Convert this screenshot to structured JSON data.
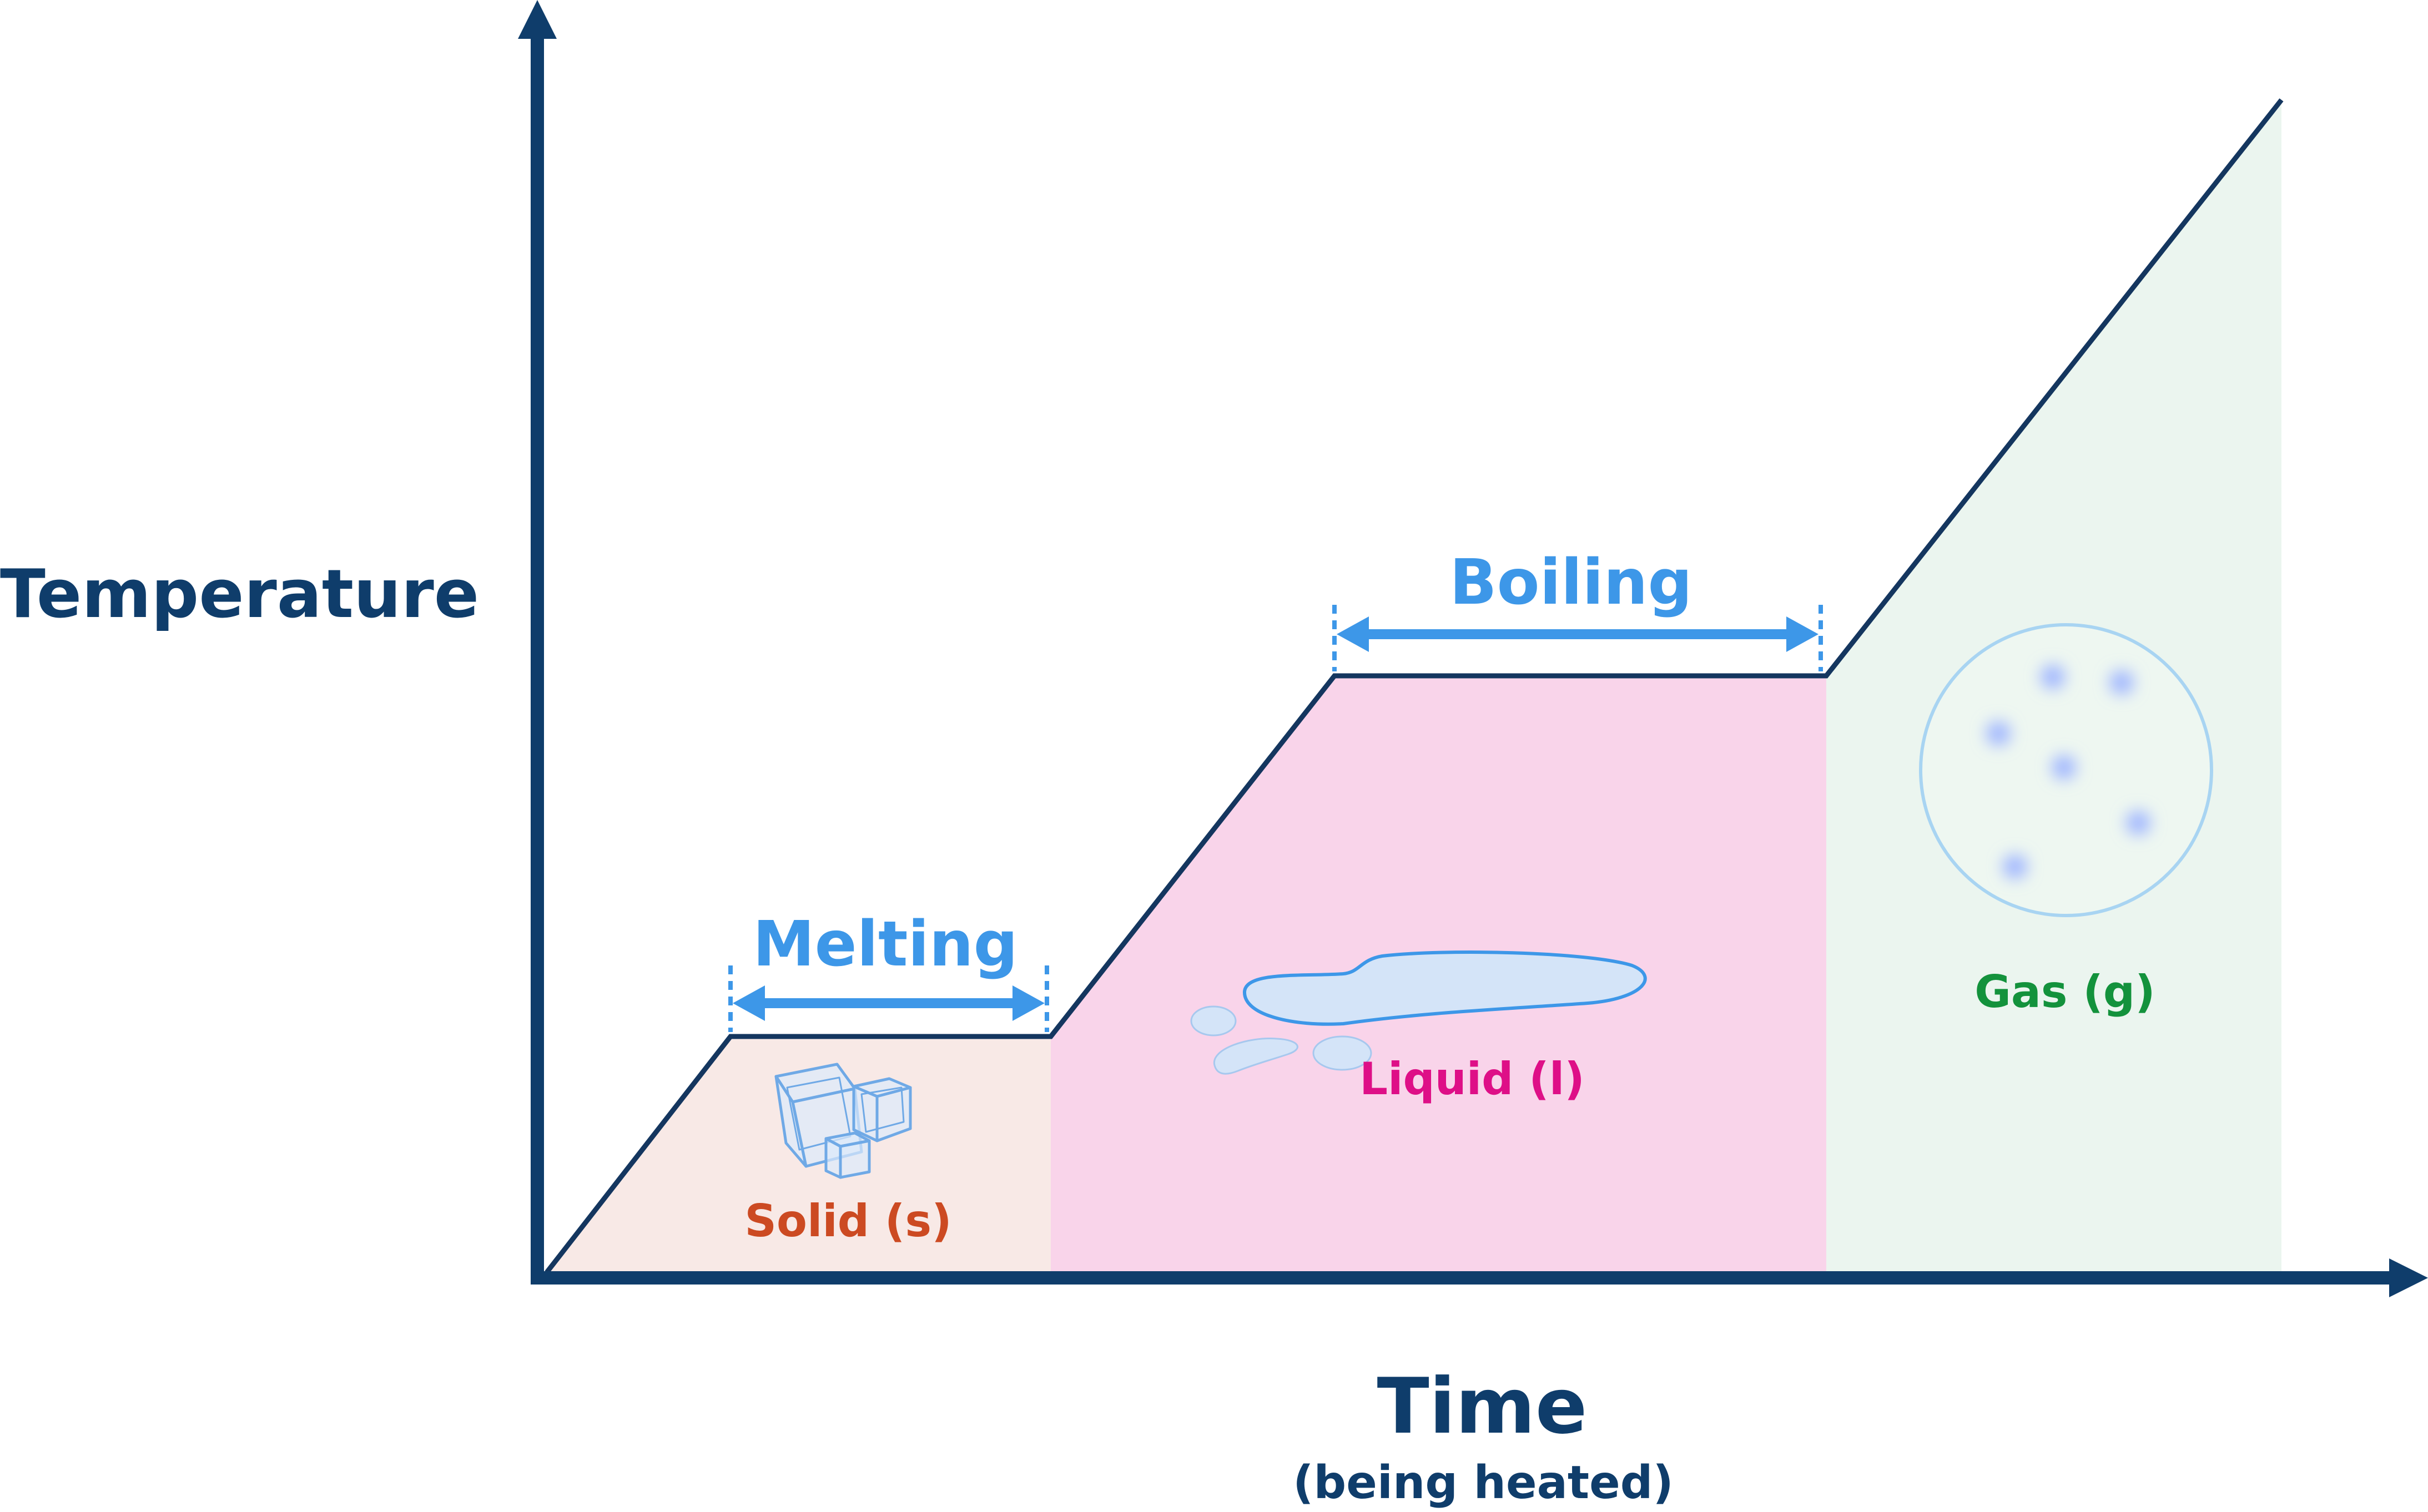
{
  "diagram": {
    "y_axis_label": "Temperature",
    "x_axis_label": "Time",
    "x_axis_sublabel": "(being heated)",
    "transitions": {
      "melting": "Melting",
      "boiling": "Boiling"
    },
    "phases": {
      "solid": "Solid (s)",
      "liquid": "Liquid (l)",
      "gas": "Gas (g)"
    }
  },
  "colors": {
    "axis": "#0f3d6b",
    "curve": "#14365f",
    "arrow": "#3d97e8",
    "solid_fill": "#f8e9e6",
    "liquid_fill": "#f9d4ea",
    "gas_fill": "#ebf5ef",
    "solid_text": "#cc4a22",
    "liquid_text": "#de0f87",
    "gas_text": "#13923c",
    "ice": "#7fb4ea",
    "puddle_fill": "#d4e4f8",
    "puddle_stroke": "#3d97e8",
    "gas_circle": "#a8d4f2",
    "gas_particle": "#9fb5ff"
  },
  "icons": [
    "ice-cubes-icon",
    "water-puddle-icon",
    "gas-particles-icon"
  ]
}
